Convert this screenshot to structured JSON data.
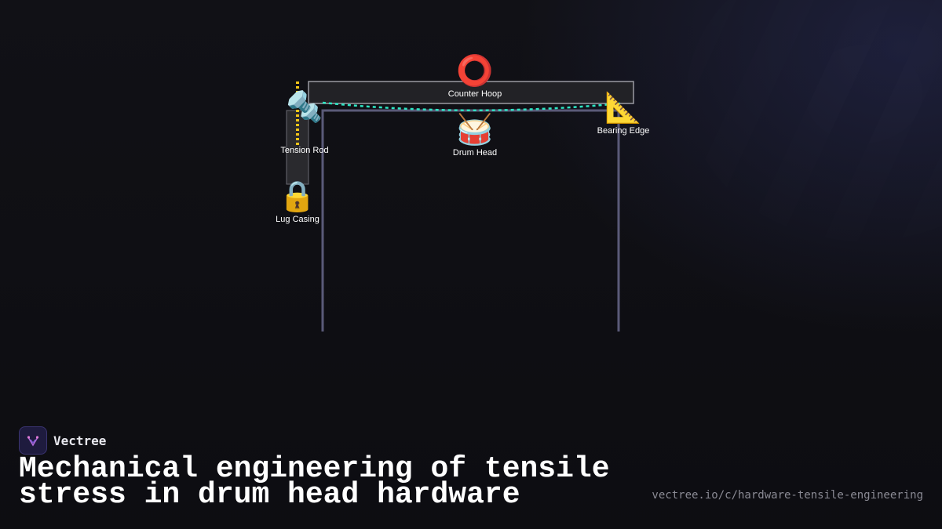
{
  "diagram": {
    "nodes": [
      {
        "id": "counter-hoop",
        "label": "Counter Hoop",
        "icon": "ring-icon",
        "glyph": "⭕"
      },
      {
        "id": "tension-rod",
        "label": "Tension Rod",
        "icon": "bolt-nut-icon",
        "glyph": "🔩"
      },
      {
        "id": "drum-head",
        "label": "Drum Head",
        "icon": "drum-icon",
        "glyph": "🥁"
      },
      {
        "id": "bearing-edge",
        "label": "Bearing Edge",
        "icon": "triangular-ruler-icon",
        "glyph": "📐"
      },
      {
        "id": "lug-casing",
        "label": "Lug Casing",
        "icon": "lock-icon",
        "glyph": "🔒"
      }
    ],
    "colors": {
      "tension_line": "#f5c518",
      "stress_curve": "#2ee6c4",
      "frame": "#5a5a78",
      "hoop_fill": "#222226",
      "hoop_stroke": "#9a9aa2"
    }
  },
  "brand": {
    "name": "Vectree",
    "icon": "vectree-logo-icon"
  },
  "headline": "Mechanical engineering of tensile stress in drum head hardware",
  "url": "vectree.io/c/hardware-tensile-engineering"
}
